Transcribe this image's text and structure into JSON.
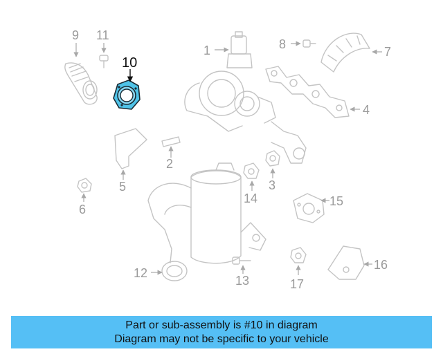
{
  "diagram": {
    "highlight_color": "#4fc3e8",
    "part_numbers": {
      "n1": "1",
      "n2": "2",
      "n3": "3",
      "n4": "4",
      "n5": "5",
      "n6": "6",
      "n7": "7",
      "n8": "8",
      "n9": "9",
      "n10": "10",
      "n11": "11",
      "n12": "12",
      "n13": "13",
      "n14": "14",
      "n15": "15",
      "n16": "16",
      "n17": "17"
    }
  },
  "banner": {
    "line1": "Part or sub-assembly is #10 in diagram",
    "line2": "Diagram may not be specific to your vehicle",
    "background": "#55bff5"
  }
}
